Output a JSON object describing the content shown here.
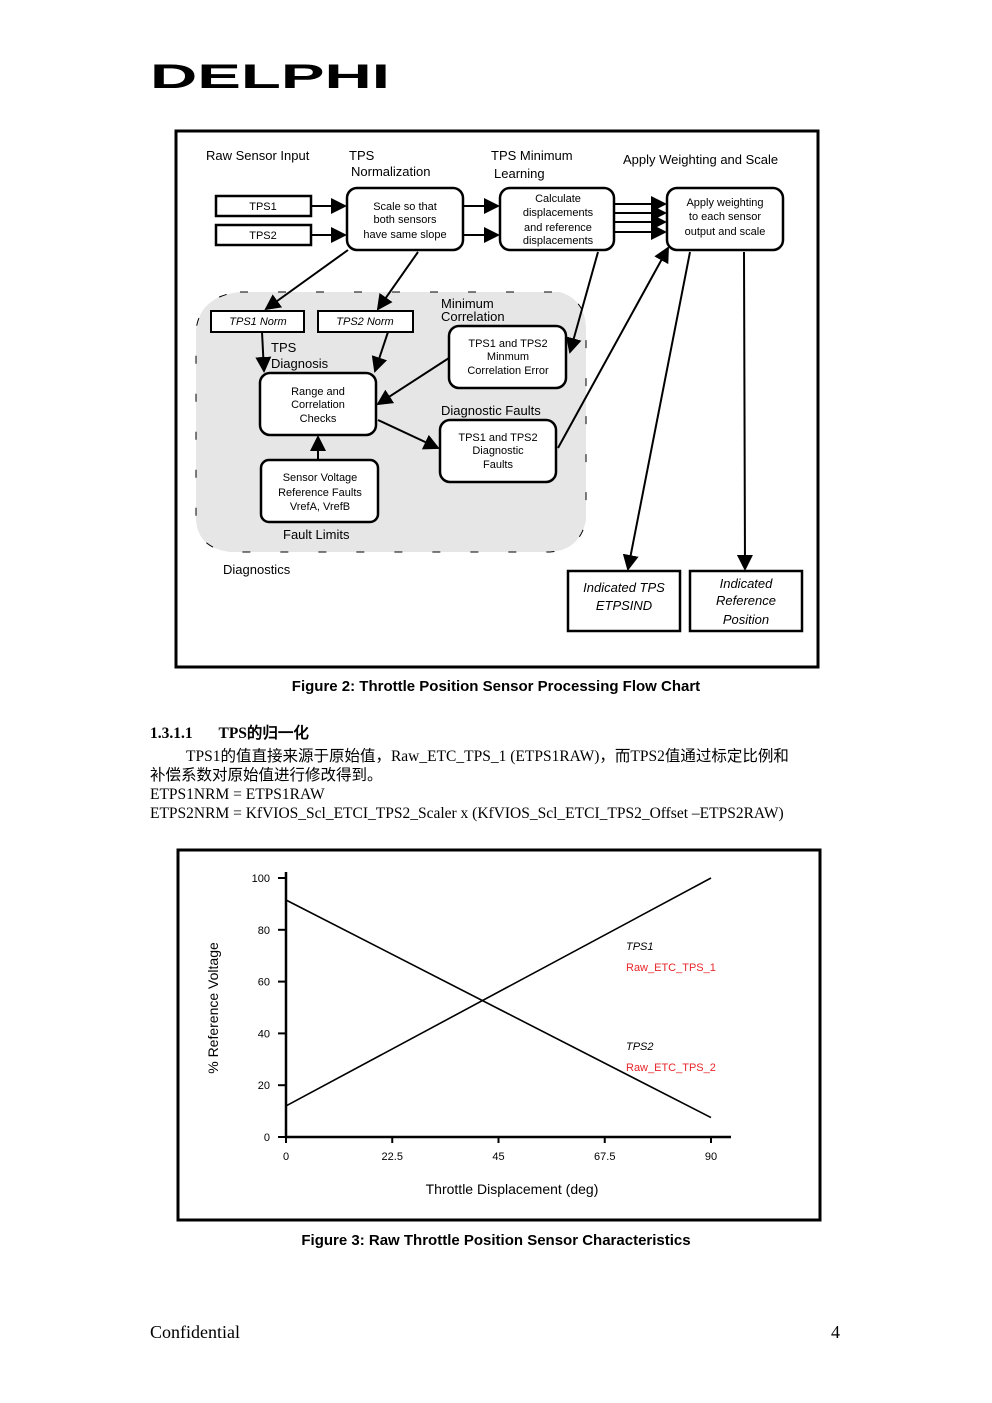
{
  "header": {
    "logo_text": "DELPHI"
  },
  "figure2": {
    "caption": "Figure 2: Throttle Position Sensor Processing Flow Chart",
    "stage_labels": {
      "raw": "Raw Sensor Input",
      "norm1": "TPS",
      "norm2": "Normalization",
      "minl1": "TPS Minimum",
      "minl2": "Learning",
      "apply": "Apply Weighting and Scale"
    },
    "boxes": {
      "tps1": "TPS1",
      "tps2": "TPS2",
      "scale": [
        "Scale so that",
        "both sensors",
        "have same slope"
      ],
      "calc": [
        "Calculate",
        "displacements",
        "and reference",
        "displacements"
      ],
      "weight": [
        "Apply weighting",
        "to  each sensor",
        "output and scale"
      ],
      "tps1norm": "TPS1 Norm",
      "tps2norm": "TPS2 Norm",
      "mincorr": [
        "TPS1 and TPS2",
        "Minmum",
        "Correlation Error"
      ],
      "range": [
        "Range and",
        "Correlation",
        "Checks"
      ],
      "diagfaults": [
        "TPS1 and TPS2",
        "Diagnostic",
        "Faults"
      ],
      "voltage": [
        "Sensor Voltage",
        "Reference Faults",
        "VrefA, VrefB"
      ],
      "indtps": [
        "Indicated TPS",
        "ETPSIND"
      ],
      "indref": [
        "Indicated",
        "Reference",
        "Position"
      ]
    },
    "region_labels": {
      "tpsdiag1": "TPS",
      "tpsdiag2": "Diagnosis",
      "mincorr1": "Minimum",
      "mincorr2": "Correlation",
      "diagfaults": "Diagnostic Faults",
      "faultlimits": "Fault Limits",
      "diagnostics": "Diagnostics"
    }
  },
  "section": {
    "number": "1.3.1.1",
    "title": "TPS的归一化",
    "para_line1": "TPS1的值直接来源于原始值，Raw_ETC_TPS_1 (ETPS1RAW)，而TPS2值通过标定比例和",
    "para_line2": "补偿系数对原始值进行修改得到。",
    "eq1": "ETPS1NRM = ETPS1RAW",
    "eq2": "ETPS2NRM = KfVIOS_Scl_ETCI_TPS2_Scaler x (KfVIOS_Scl_ETCI_TPS2_Offset –ETPS2RAW)"
  },
  "figure3": {
    "caption": "Figure 3: Raw Throttle Position Sensor Characteristics"
  },
  "chart_data": {
    "type": "line",
    "title": "",
    "xlabel": "Throttle Displacement (deg)",
    "ylabel": "% Reference Voltage",
    "xlim": [
      0,
      90
    ],
    "ylim": [
      0,
      100
    ],
    "xticks": [
      "0",
      "22.5",
      "45",
      "67.5",
      "90"
    ],
    "yticks": [
      "0",
      "20",
      "40",
      "60",
      "80",
      "100"
    ],
    "grid": false,
    "series": [
      {
        "name": "TPS1",
        "label": "Raw_ETC_TPS_1",
        "x": [
          0,
          90
        ],
        "y": [
          12,
          100
        ]
      },
      {
        "name": "TPS2",
        "label": "Raw_ETC_TPS_2",
        "x": [
          0,
          90
        ],
        "y": [
          91.5,
          7.5
        ]
      }
    ],
    "label_color": "#e8262a"
  },
  "footer": {
    "left": "Confidential",
    "page": "4"
  }
}
